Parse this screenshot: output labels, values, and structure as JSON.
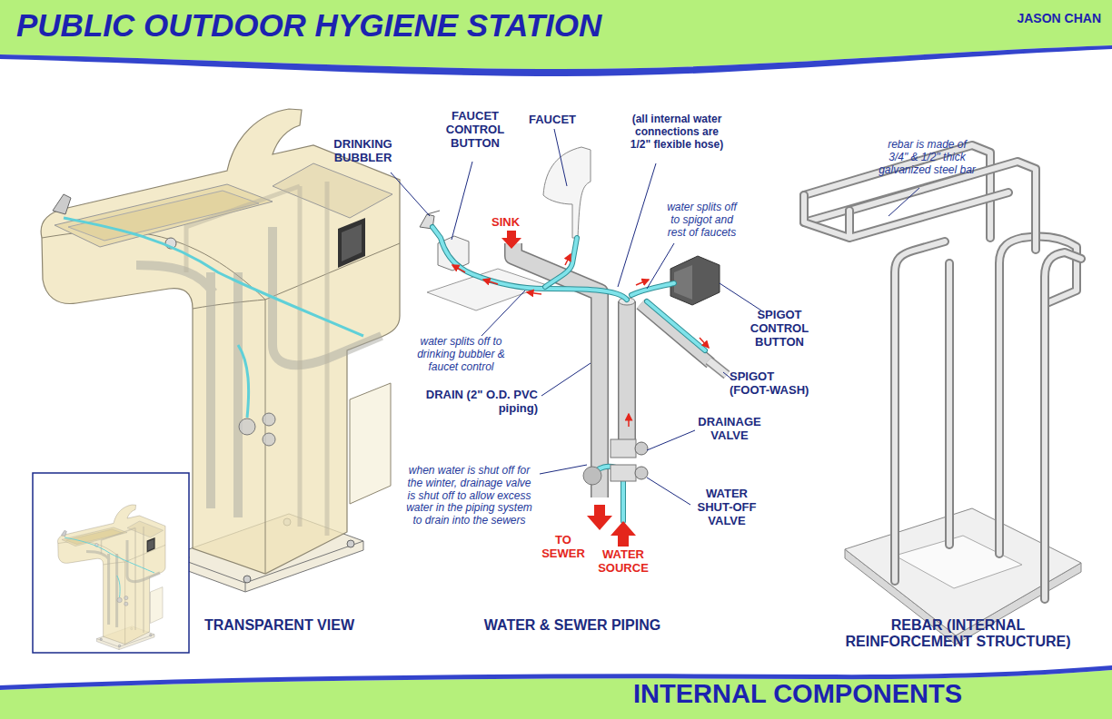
{
  "diagram": {
    "title": "PUBLIC OUTDOOR HYGIENE STATION",
    "labels": [
      "JASON CHAN",
      "DRINKING BUBBLER",
      "FAUCET CONTROL BUTTON",
      "FAUCET",
      "(all internal water connections are 1/2\" flexible hose)",
      "rebar is made of 3/4\" & 1/2\" thick galvanized steel bar",
      "SINK",
      "water splits off to spigot and rest of faucets",
      "SPIGOT CONTROL BUTTON",
      "water splits off to drinking bubbler & faucet control",
      "DRAIN (2\" O.D. PVC piping)",
      "SPIGOT (FOOT-WASH)",
      "DRAINAGE VALVE",
      "when water is shut off for the winter, drainage valve is shut off to allow excess water in the piping system to drain into the sewers",
      "WATER SHUT-OFF VALVE",
      "TO SEWER",
      "WATER SOURCE",
      "TRANSPARENT VIEW",
      "WATER & SEWER PIPING",
      "REBAR (INTERNAL REINFORCEMENT STRUCTURE)",
      "INTERNAL COMPONENTS"
    ]
  }
}
